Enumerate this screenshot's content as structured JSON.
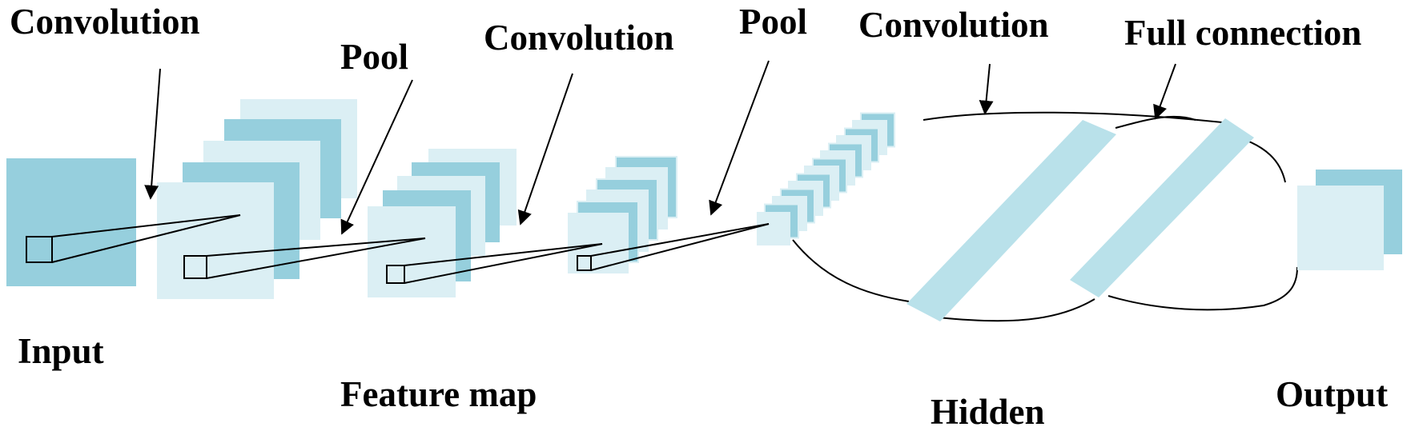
{
  "labels": {
    "convolution_1": "Convolution",
    "pool_1": "Pool",
    "convolution_2": "Convolution",
    "pool_2": "Pool",
    "convolution_3": "Convolution",
    "full_connection": "Full connection",
    "input": "Input",
    "feature_map": "Feature map",
    "hidden": "Hidden",
    "output": "Output"
  },
  "colors": {
    "dark_teal": "#96cfdd",
    "light_teal": "#dbeff4",
    "band_teal": "#b9e1ea",
    "stroke": "#000000",
    "background": "#ffffff"
  }
}
